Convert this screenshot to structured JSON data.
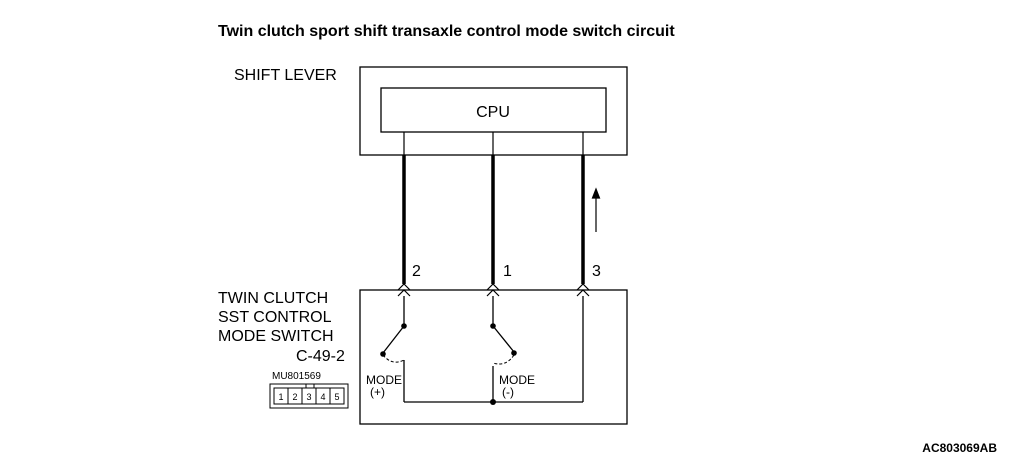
{
  "title": "Twin clutch sport shift transaxle control mode switch circuit",
  "shift_lever": {
    "label": "SHIFT LEVER",
    "cpu_label": "CPU"
  },
  "switch": {
    "label_lines": [
      "TWIN CLUTCH",
      "SST CONTROL",
      "MODE SWITCH"
    ],
    "connector_id": "C-49-2",
    "part_number": "MU801569",
    "connector_pins": [
      "1",
      "2",
      "3",
      "4",
      "5"
    ],
    "mode_plus_label": "MODE",
    "mode_plus_sign": "(+)",
    "mode_minus_label": "MODE",
    "mode_minus_sign": "(-)"
  },
  "wires": [
    {
      "pin": "2"
    },
    {
      "pin": "1"
    },
    {
      "pin": "3"
    }
  ],
  "figure_code": "AC803069AB"
}
